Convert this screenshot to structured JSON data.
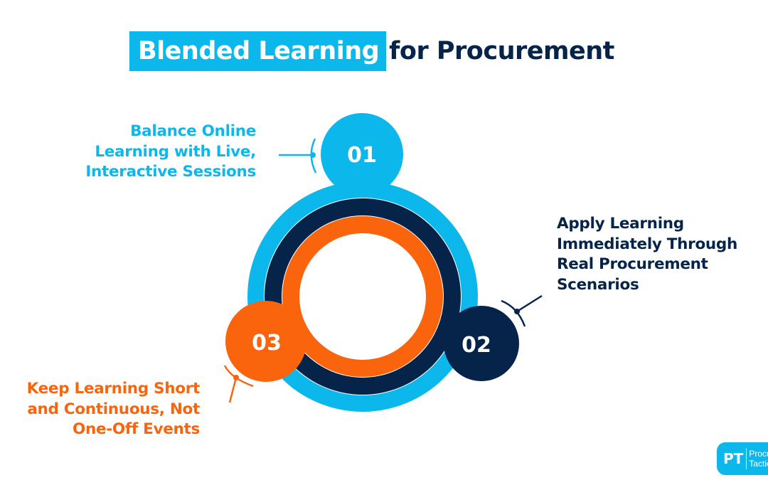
{
  "title": {
    "highlight": "Blended Learning",
    "rest": "for Procurement"
  },
  "colors": {
    "cyan": "#0cb8eb",
    "navy": "#062449",
    "orange": "#f9640d"
  },
  "steps": [
    {
      "number": "01",
      "lines": [
        "Balance Online",
        "Learning with Live,",
        "Interactive Sessions"
      ],
      "color": "#0cb8eb"
    },
    {
      "number": "02",
      "lines": [
        "Apply Learning",
        "Immediately Through",
        "Real Procurement",
        "Scenarios"
      ],
      "color": "#062449"
    },
    {
      "number": "03",
      "lines": [
        "Keep Learning Short",
        "and Continuous, Not",
        "One-Off Events"
      ],
      "color": "#f9640d"
    }
  ],
  "logo": {
    "mark": "PT",
    "line1": "Procurement",
    "line2": "Tactics"
  }
}
